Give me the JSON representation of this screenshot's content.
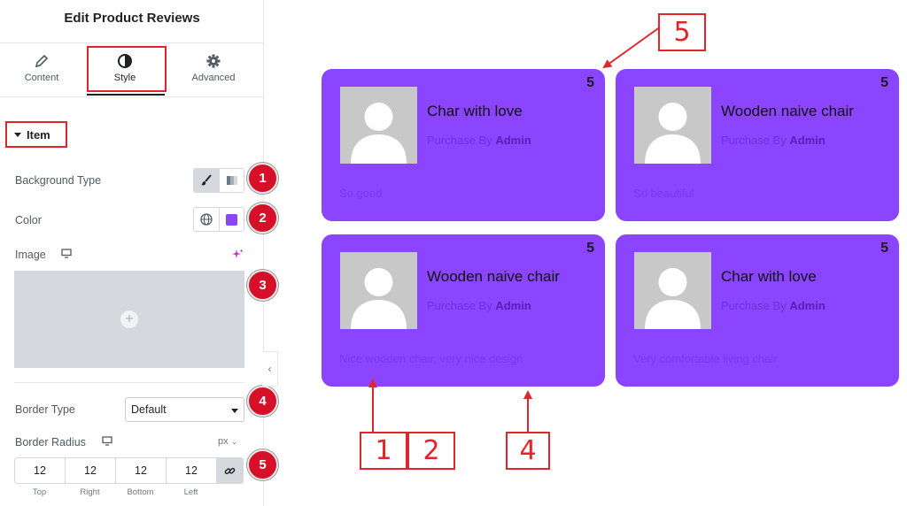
{
  "panel": {
    "title": "Edit Product Reviews",
    "tabs": [
      {
        "label": "Content",
        "icon": "pencil-icon"
      },
      {
        "label": "Style",
        "icon": "contrast-icon"
      },
      {
        "label": "Advanced",
        "icon": "gear-icon"
      }
    ],
    "active_tab": "Style",
    "section_title": "Item",
    "background_type_label": "Background Type",
    "color_label": "Color",
    "color_value": "#8b44ff",
    "image_label": "Image",
    "border_type_label": "Border Type",
    "border_type_value": "Default",
    "border_radius_label": "Border Radius",
    "border_radius_unit": "px",
    "radius": {
      "values": [
        "12",
        "12",
        "12",
        "12"
      ],
      "labels": [
        "Top",
        "Right",
        "Bottom",
        "Left"
      ]
    }
  },
  "badges": [
    "1",
    "2",
    "3",
    "4",
    "5"
  ],
  "cards": [
    {
      "rating": "5",
      "title": "Char with love",
      "by_prefix": "Purchase By",
      "by_name": "Admin",
      "review": "So good"
    },
    {
      "rating": "5",
      "title": "Wooden naive chair",
      "by_prefix": "Purchase By",
      "by_name": "Admin",
      "review": "So beautiful"
    },
    {
      "rating": "5",
      "title": "Wooden naive chair",
      "by_prefix": "Purchase By",
      "by_name": "Admin",
      "review": "Nice wooden chair, very nice design"
    },
    {
      "rating": "5",
      "title": "Char with love",
      "by_prefix": "Purchase By",
      "by_name": "Admin",
      "review": "Very comfortable living chair"
    }
  ],
  "annotations": {
    "a1": "1",
    "a2": "2",
    "a4": "4",
    "a5": "5"
  },
  "colors": {
    "accent": "#8b44ff",
    "annotation": "#e0262b",
    "badge": "#d7102a"
  }
}
